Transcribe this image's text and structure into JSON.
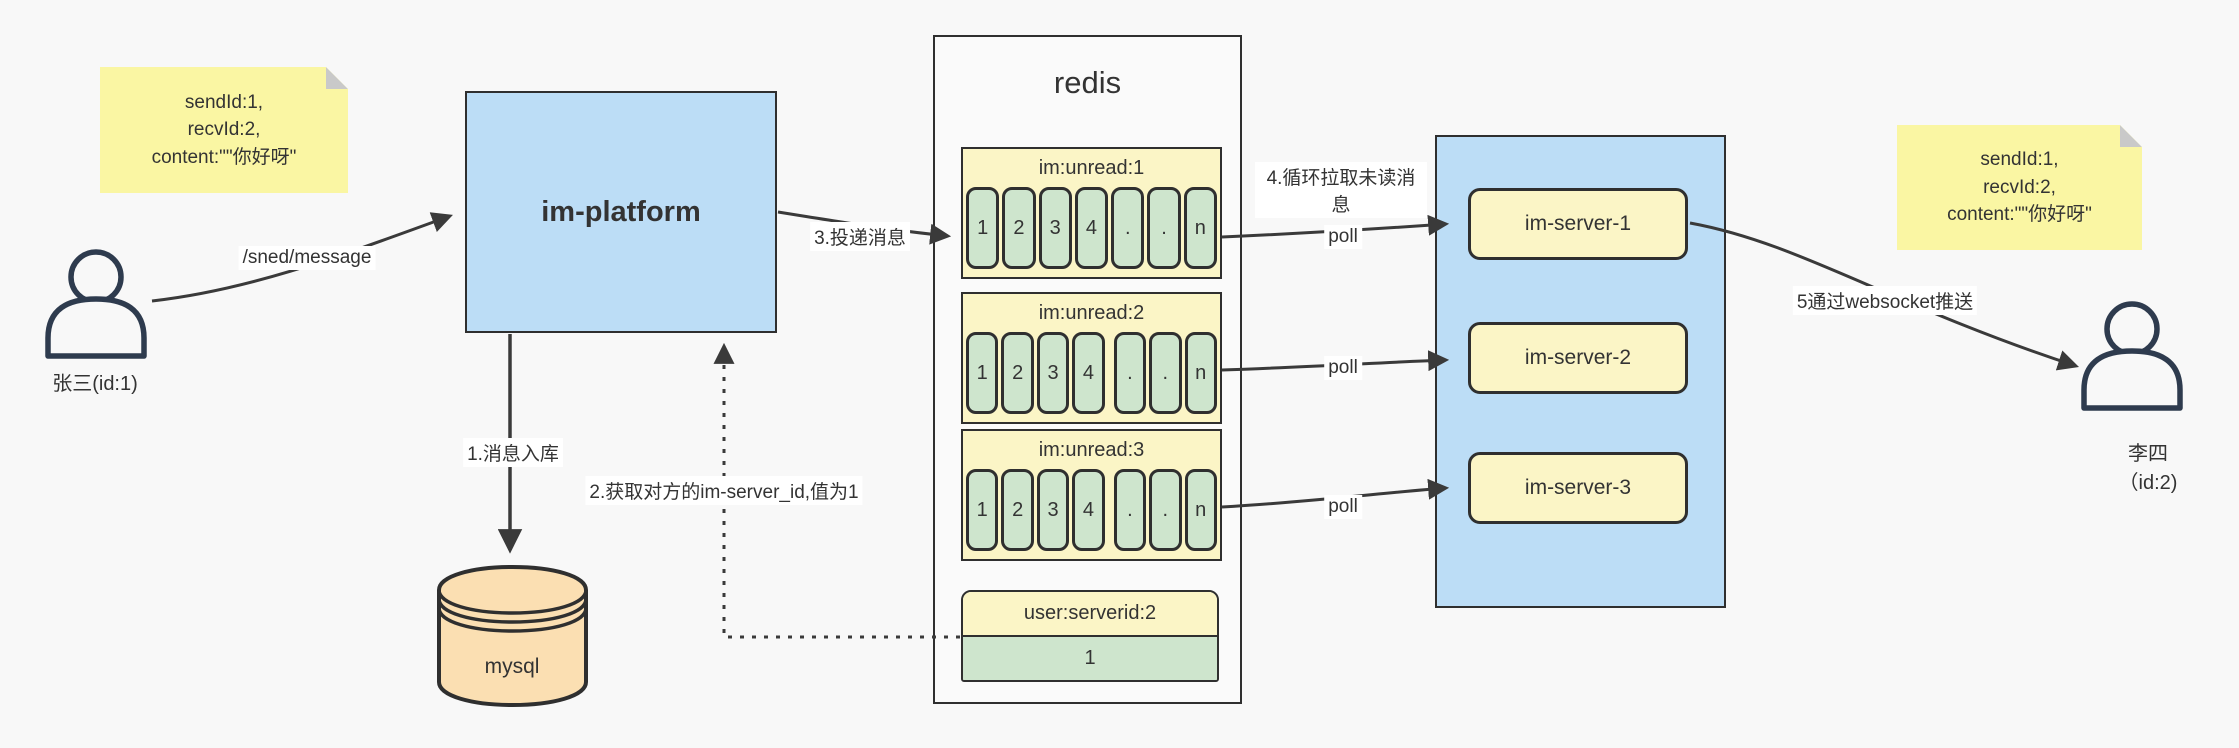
{
  "colors": {
    "canvas_bg": "#f8f8f8",
    "note_yellow": "#faf6a3",
    "pale_yellow": "#fbf5c6",
    "cell_green": "#cee5cd",
    "box_blue": "#bcddf6",
    "db_orange": "#fbdfb2",
    "line": "#3a3a3a",
    "person_icon": "#2e3b4e"
  },
  "sender": {
    "name": "张三(id:1)",
    "note_lines": [
      "sendId:1,",
      "recvId:2,",
      "content:\"\"你好呀\""
    ]
  },
  "receiver": {
    "name": "李四（id:2)",
    "note_lines": [
      "sendId:1,",
      "recvId:2,",
      "content:\"\"你好呀\""
    ]
  },
  "platform": {
    "label": "im-platform"
  },
  "database": {
    "label": "mysql"
  },
  "redis": {
    "title": "redis",
    "queues": [
      {
        "header": "im:unread:1",
        "cells": [
          "1",
          "2",
          "3",
          "4",
          ".",
          ".",
          "n"
        ]
      },
      {
        "header": "im:unread:2",
        "cells": [
          "1",
          "2",
          "3",
          "4",
          ".",
          ".",
          "n"
        ]
      },
      {
        "header": "im:unread:3",
        "cells": [
          "1",
          "2",
          "3",
          "4",
          ".",
          ".",
          "n"
        ]
      }
    ],
    "kv": {
      "header": "user:serverid:2",
      "value": "1"
    }
  },
  "server_group": {
    "servers": [
      {
        "label": "im-server-1"
      },
      {
        "label": "im-server-2"
      },
      {
        "label": "im-server-3"
      }
    ]
  },
  "labels": {
    "send_api": "/sned/message",
    "step1": "1.消息入库",
    "step2": "2.获取对方的im-server_id,值为1",
    "step3": "3.投递消息",
    "step4": "4.循环拉取未读消息",
    "step5": "5通过websocket推送",
    "poll": "poll"
  }
}
